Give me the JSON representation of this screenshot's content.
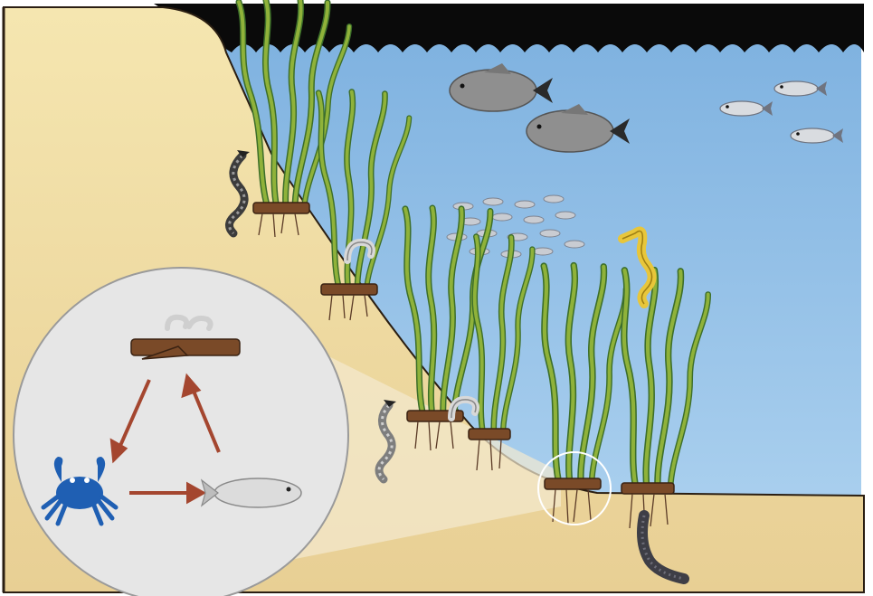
{
  "diagram": {
    "colors": {
      "water_top": "#7fb2e0",
      "water_bottom": "#a9cfee",
      "sand_light": "#f3e2a8",
      "sand_dark": "#e4c98a",
      "waves": "#0b0b0b",
      "seagrass_light": "#c9cf3c",
      "seagrass_dark": "#4d8f3a",
      "rhizome": "#7a4a28",
      "roots": "#5a3a26",
      "crab": "#1f5fb3",
      "arrow": "#a4462f",
      "inset_fill": "#e6e6e6",
      "seahorse": "#e8c63a",
      "big_fish": "#8e8e8e",
      "small_fish": "#c9ccd2",
      "worm": "#4a4a4a"
    },
    "organisms": [
      {
        "id": "eel-upper",
        "icon": "eel-icon"
      },
      {
        "id": "shrimp-upper",
        "icon": "shrimp-icon"
      },
      {
        "id": "eel-lower",
        "icon": "eel-icon"
      },
      {
        "id": "shrimp-lower",
        "icon": "shrimp-icon"
      },
      {
        "id": "seahorse",
        "icon": "seahorse-icon"
      },
      {
        "id": "big-fish",
        "icon": "fish-icon"
      },
      {
        "id": "small-fish-school",
        "icon": "fish-school-icon"
      },
      {
        "id": "burrowing-worm",
        "icon": "worm-icon"
      }
    ],
    "inset": {
      "nodes": [
        {
          "id": "detritus-shrimp",
          "icon": "rhizome-shrimp-icon"
        },
        {
          "id": "crab",
          "icon": "crab-icon"
        },
        {
          "id": "fish",
          "icon": "fish-icon"
        }
      ],
      "links": [
        {
          "from": "detritus-shrimp",
          "to": "crab"
        },
        {
          "from": "crab",
          "to": "fish"
        },
        {
          "from": "fish",
          "to": "detritus-shrimp"
        }
      ]
    }
  }
}
